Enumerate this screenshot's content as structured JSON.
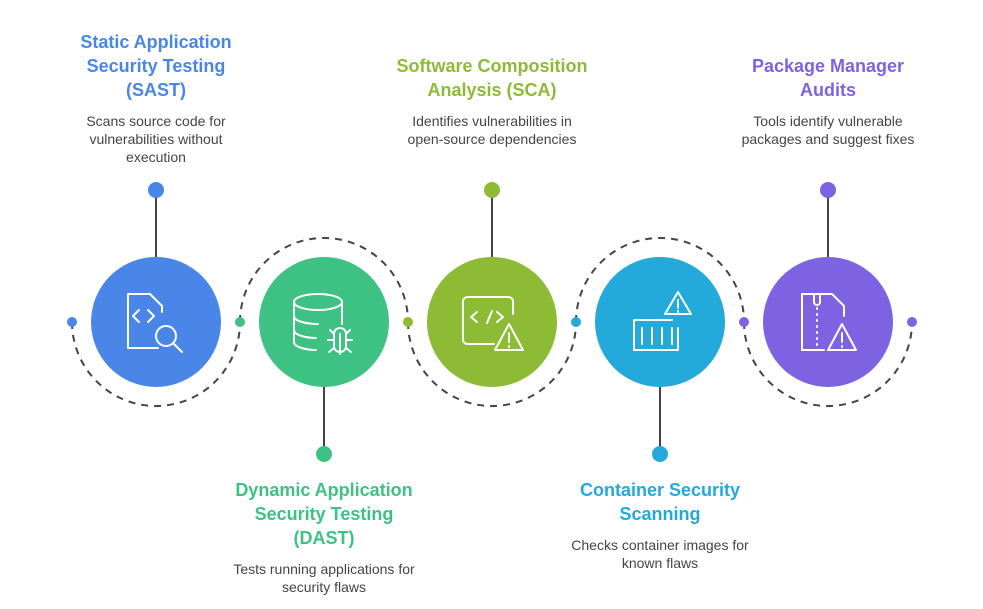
{
  "diagram": {
    "type": "horizontal-process-flow",
    "connector_color": "#444444",
    "steps": [
      {
        "id": "sast",
        "title": "Static Application Security Testing (SAST)",
        "title_lines": [
          "Static Application",
          "Security Testing",
          "(SAST)"
        ],
        "description_lines": [
          "Scans source code for",
          "vulnerabilities without",
          "execution"
        ],
        "color": "#4A86E8",
        "icon": "code-file-search-icon",
        "label_position": "top"
      },
      {
        "id": "dast",
        "title": "Dynamic Application Security Testing (DAST)",
        "title_lines": [
          "Dynamic Application",
          "Security Testing",
          "(DAST)"
        ],
        "description_lines": [
          "Tests running applications for",
          "security flaws"
        ],
        "color": "#3DC283",
        "icon": "database-bug-icon",
        "label_position": "bottom"
      },
      {
        "id": "sca",
        "title": "Software Composition Analysis (SCA)",
        "title_lines": [
          "Software Composition",
          "Analysis (SCA)"
        ],
        "description_lines": [
          "Identifies vulnerabilities in",
          "open-source dependencies"
        ],
        "color": "#8DBB35",
        "icon": "code-window-warning-icon",
        "label_position": "top"
      },
      {
        "id": "container",
        "title": "Container Security Scanning",
        "title_lines": [
          "Container Security",
          "Scanning"
        ],
        "description_lines": [
          "Checks container images for",
          "known flaws"
        ],
        "color": "#23A9DA",
        "icon": "container-warning-icon",
        "label_position": "bottom"
      },
      {
        "id": "package",
        "title": "Package Manager Audits",
        "title_lines": [
          "Package Manager",
          "Audits"
        ],
        "description_lines": [
          "Tools identify vulnerable",
          "packages and suggest fixes"
        ],
        "color": "#7D63E2",
        "icon": "zip-file-warning-icon",
        "label_position": "top"
      }
    ]
  }
}
